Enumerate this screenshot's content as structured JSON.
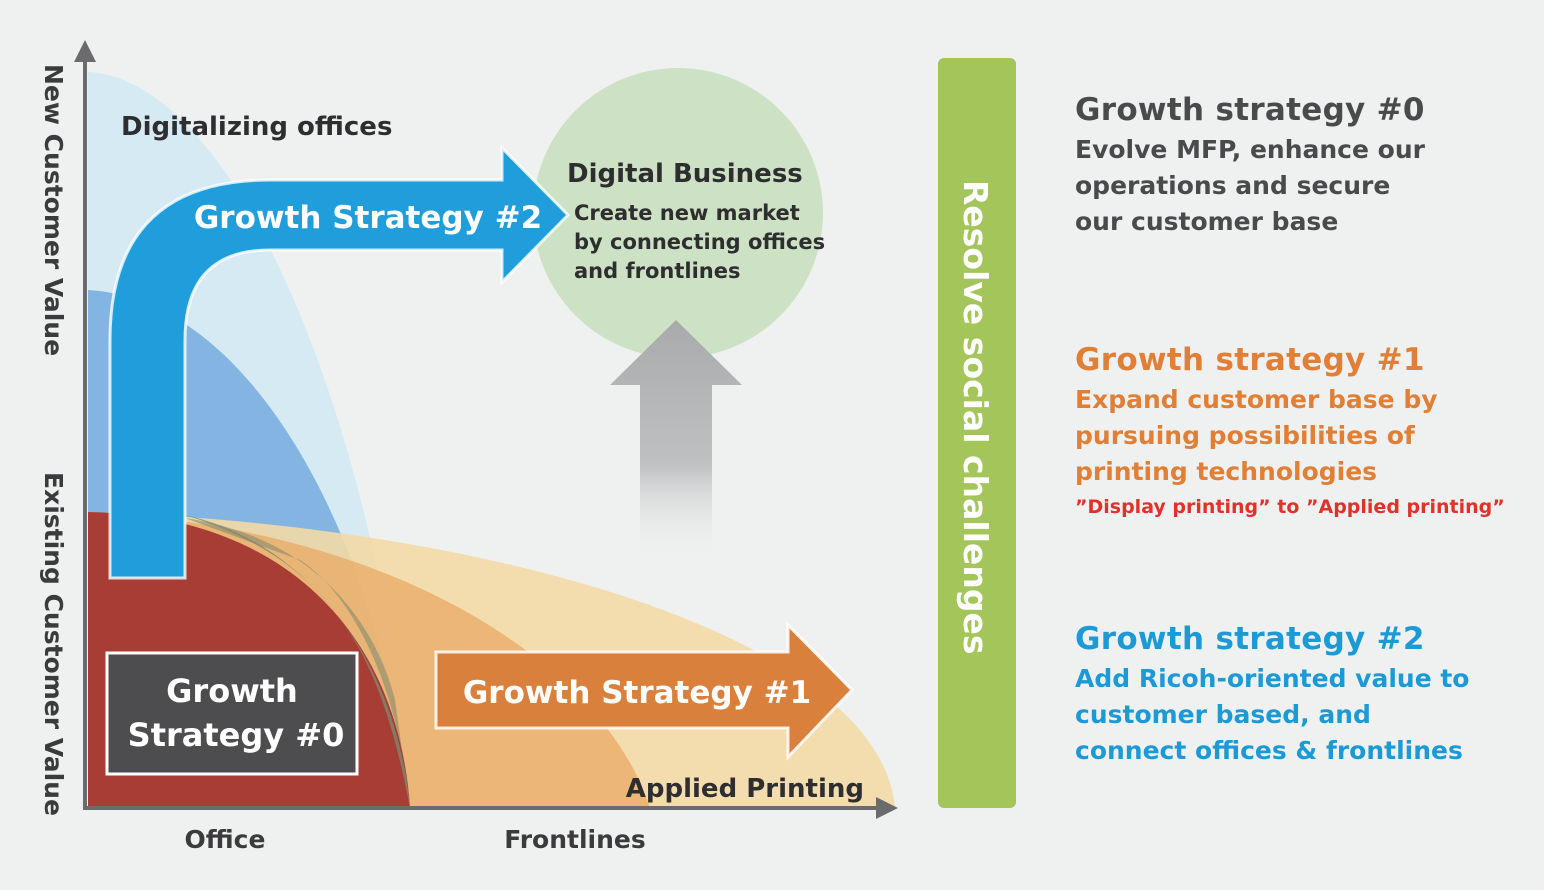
{
  "axes": {
    "y_top_label": "New Customer Value",
    "y_bottom_label": "Existing Customer Value",
    "x_left_label": "Office",
    "x_right_label": "Frontlines"
  },
  "regions": {
    "digitalizing": "Digitalizing offices",
    "applied_printing": "Applied Printing"
  },
  "arrows": {
    "gs2": "Growth Strategy #2",
    "gs1": "Growth Strategy #1",
    "gs0_line1": "Growth",
    "gs0_line2": "Strategy #0"
  },
  "digital_business": {
    "title": "Digital Business",
    "lines": [
      "Create new market",
      "by connecting offices",
      "and frontlines"
    ]
  },
  "bar_label": "Resolve social challenges",
  "strategies": [
    {
      "title": "Growth strategy #0",
      "lines": [
        "Evolve MFP, enhance our",
        "operations and secure",
        "our customer base"
      ],
      "color": "#4a4a4c"
    },
    {
      "title": "Growth strategy #1",
      "lines": [
        "Expand customer base by",
        "pursuing possibilities of",
        "printing technologies"
      ],
      "note": "”Display printing” to ”Applied printing”",
      "color": "#e07f35"
    },
    {
      "title": "Growth strategy #2",
      "lines": [
        "Add Ricoh-oriented value to",
        "customer based, and",
        "connect offices & frontlines"
      ],
      "color": "#1c9ad6"
    }
  ]
}
